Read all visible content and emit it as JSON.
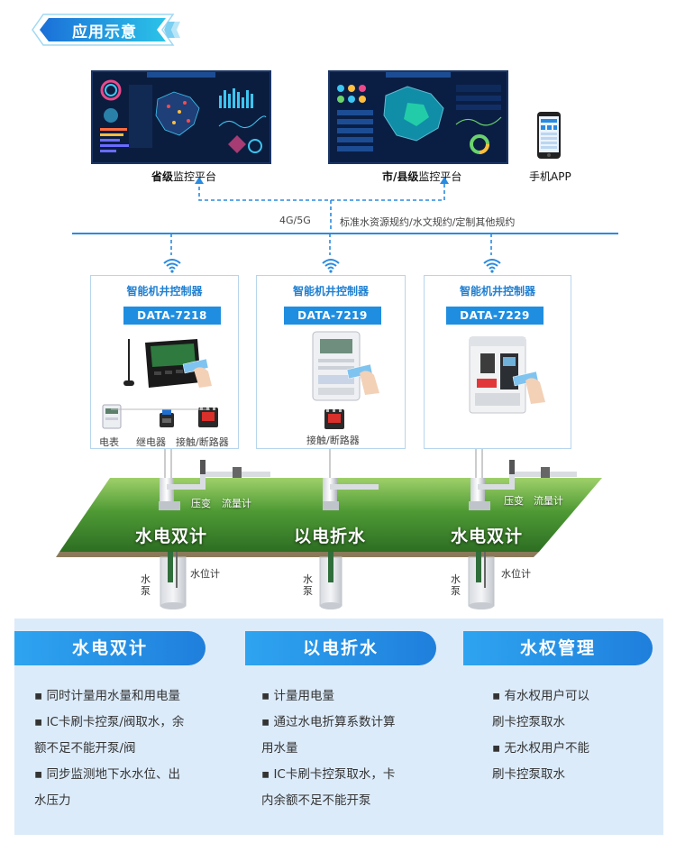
{
  "header": {
    "title": "应用示意"
  },
  "platforms": {
    "province": {
      "prefix": "省级",
      "suffix": "监控平台"
    },
    "city": {
      "prefix": "市/县级",
      "suffix": "监控平台"
    },
    "mobile": {
      "label": "手机APP"
    }
  },
  "network": {
    "protocol": "4G/5G",
    "standards": "标准水资源规约/水文规约/定制其他规约"
  },
  "controllers": [
    {
      "title": "智能机井控制器",
      "model": "DATA-7218",
      "devices": [
        "电表",
        "继电器",
        "接触/断路器"
      ]
    },
    {
      "title": "智能机井控制器",
      "model": "DATA-7219",
      "devices": [
        "接触/断路器"
      ]
    },
    {
      "title": "智能机井控制器",
      "model": "DATA-7229",
      "devices": []
    }
  ],
  "wells": [
    {
      "name": "水电双计",
      "sensors": [
        "压变",
        "流量计"
      ],
      "pump": "水泵",
      "level": "水位计"
    },
    {
      "name": "以电折水",
      "sensors": [],
      "pump": "水泵",
      "level": ""
    },
    {
      "name": "水电双计",
      "sensors": [
        "压变",
        "流量计"
      ],
      "pump": "水泵",
      "level": "水位计"
    }
  ],
  "features": [
    {
      "title": "水电双计",
      "items": [
        "▪ 同时计量用水量和用电量",
        "▪ IC卡刷卡控泵/阀取水，余",
        "额不足不能开泵/阀",
        "▪ 同步监测地下水水位、出",
        "水压力"
      ]
    },
    {
      "title": "以电折水",
      "items": [
        "▪ 计量用电量",
        "▪ 通过水电折算系数计算",
        "用水量",
        "▪ IC卡刷卡控泵取水，卡",
        "内余额不足不能开泵"
      ]
    },
    {
      "title": "水权管理",
      "items": [
        "▪ 有水权用户可以",
        "刷卡控泵取水",
        "▪ 无水权用户不能",
        "刷卡控泵取水"
      ]
    }
  ],
  "colors": {
    "accent": "#1f8ee0",
    "line": "#2a8be0",
    "panel": "#dcebfa"
  }
}
